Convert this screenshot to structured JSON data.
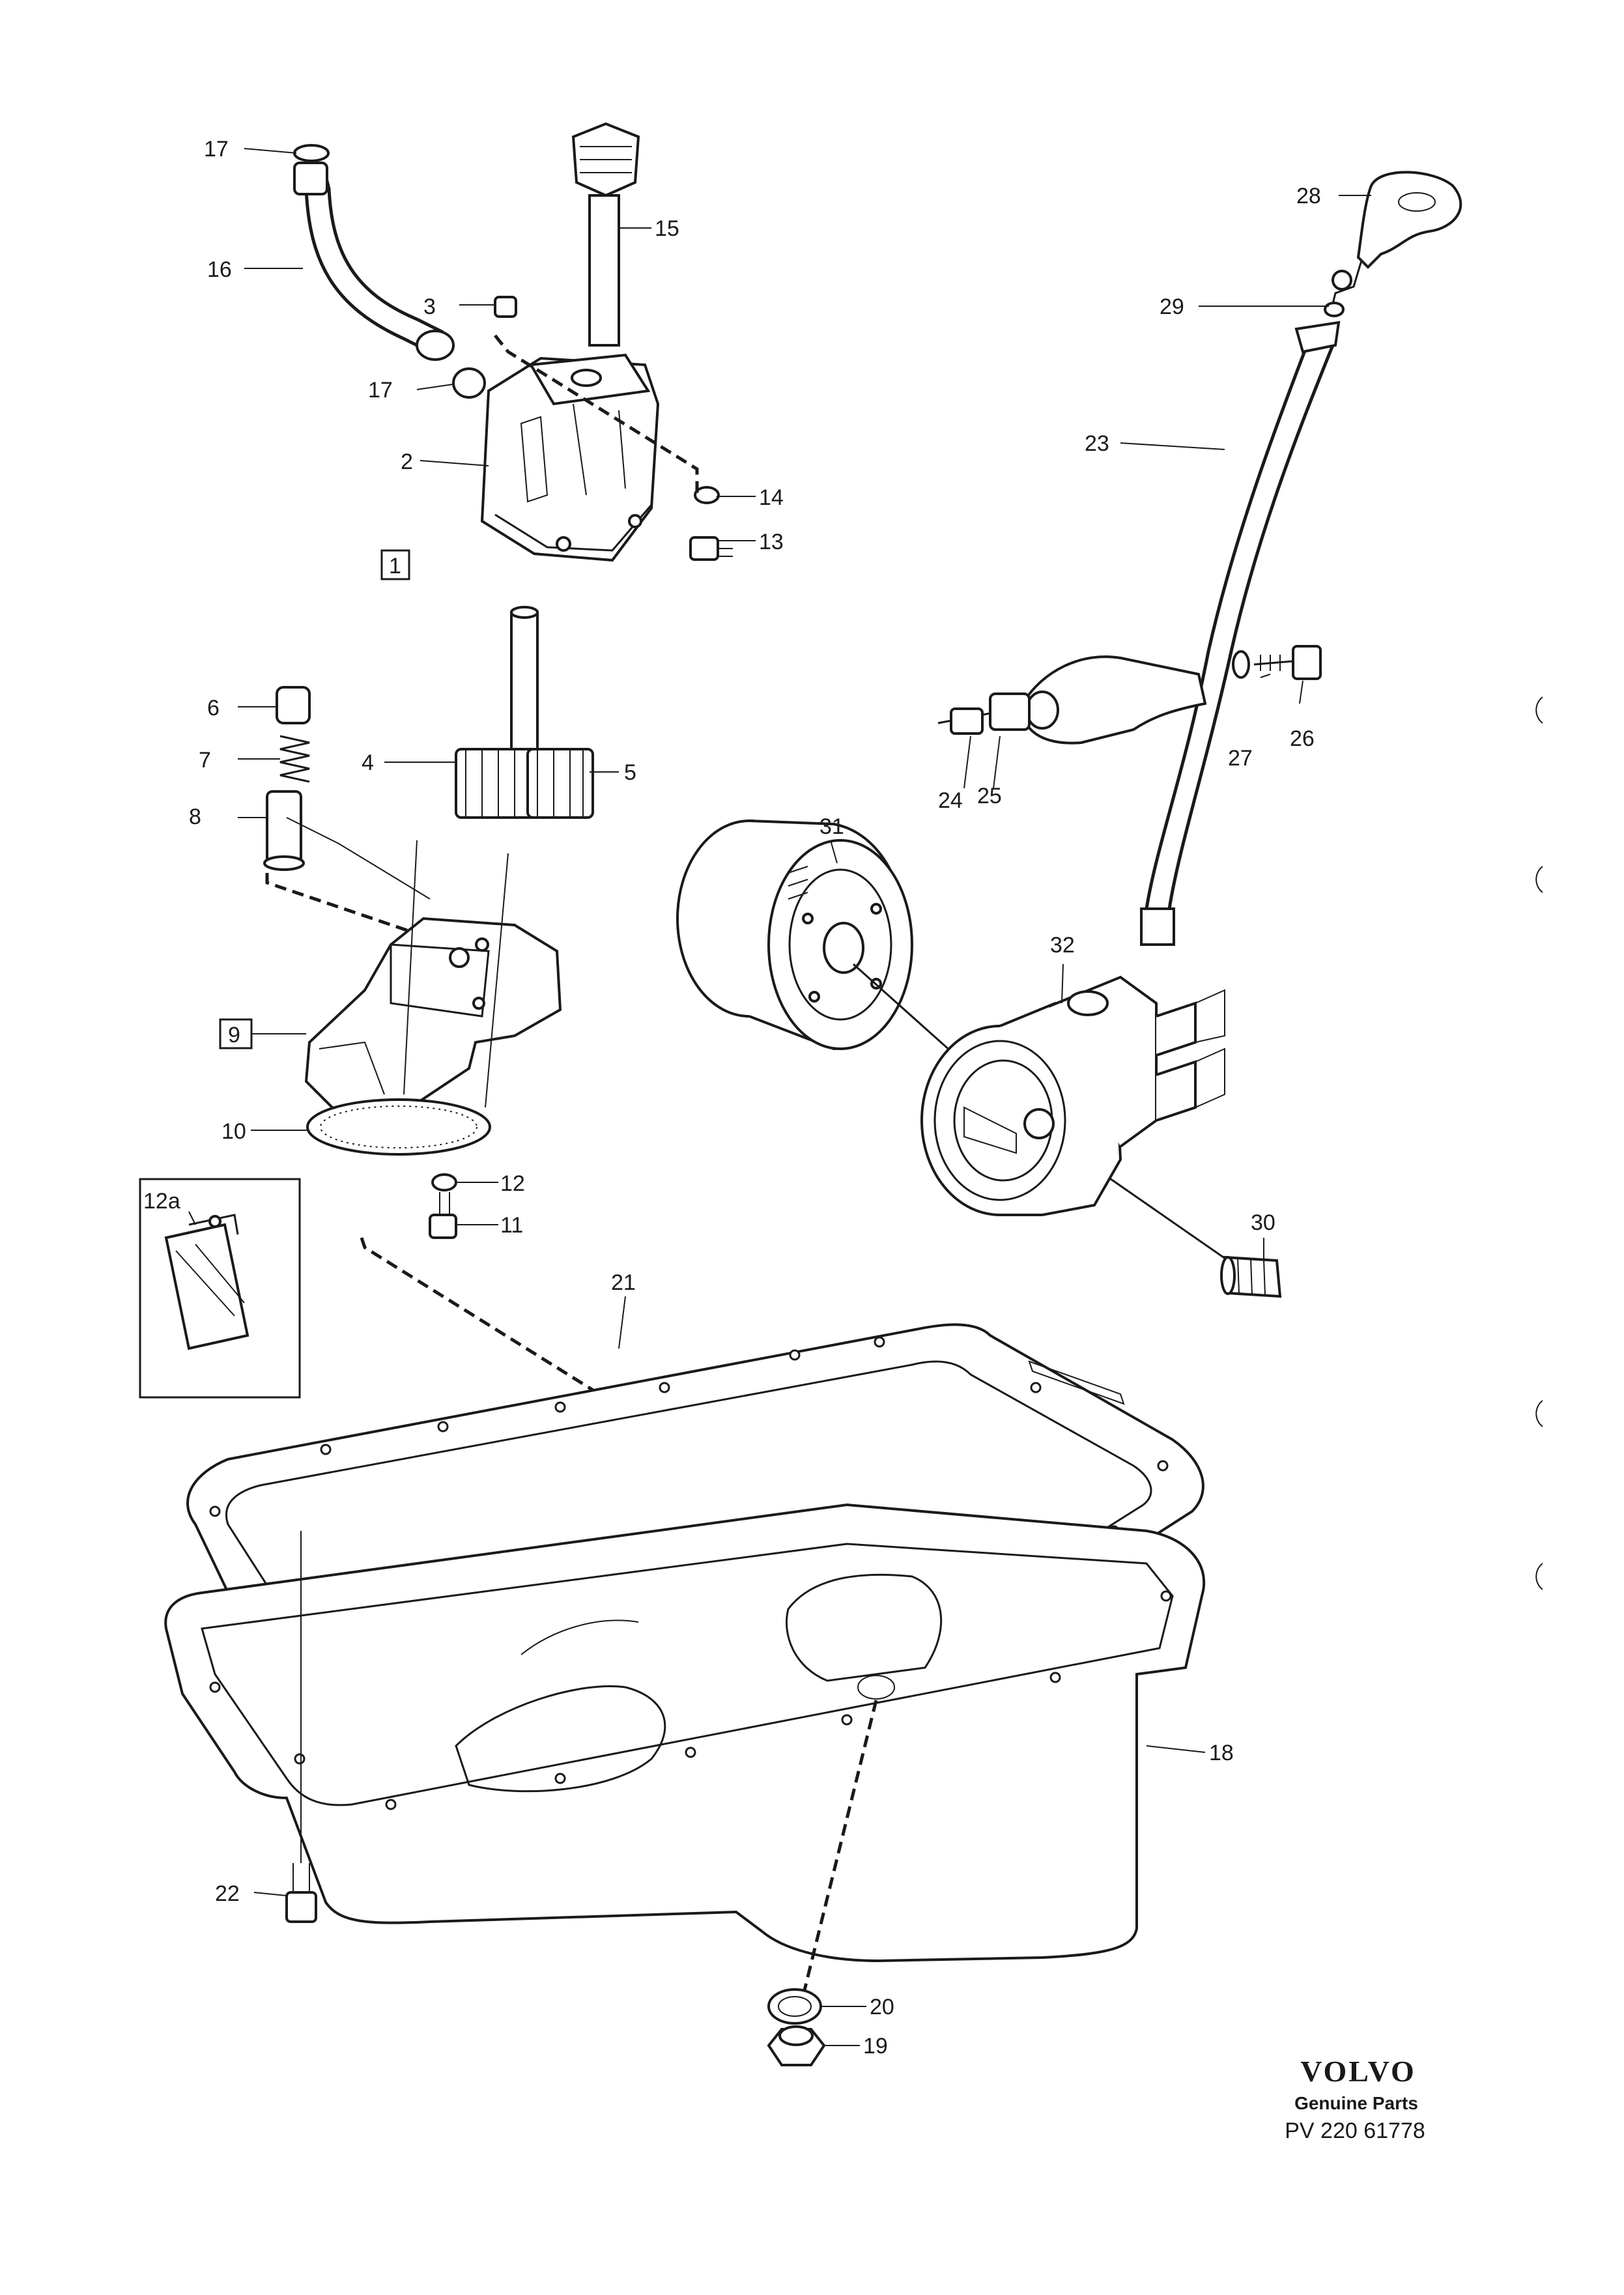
{
  "brand": {
    "name": "VOLVO",
    "tagline": "Genuine Parts",
    "code": "PV 220 61778"
  },
  "labels": {
    "l1": "1",
    "l2": "2",
    "l3": "3",
    "l4": "4",
    "l5": "5",
    "l6": "6",
    "l7": "7",
    "l8": "8",
    "l9": "9",
    "l10": "10",
    "l11": "11",
    "l12": "12",
    "l12a": "12a",
    "l13": "13",
    "l14": "14",
    "l15": "15",
    "l16": "16",
    "l17a": "17",
    "l17b": "17",
    "l18": "18",
    "l19": "19",
    "l20": "20",
    "l21": "21",
    "l22": "22",
    "l23": "23",
    "l24": "24",
    "l25": "25",
    "l26": "26",
    "l27": "27",
    "l28": "28",
    "l29": "29",
    "l30": "30",
    "l31": "31",
    "l32": "32"
  }
}
